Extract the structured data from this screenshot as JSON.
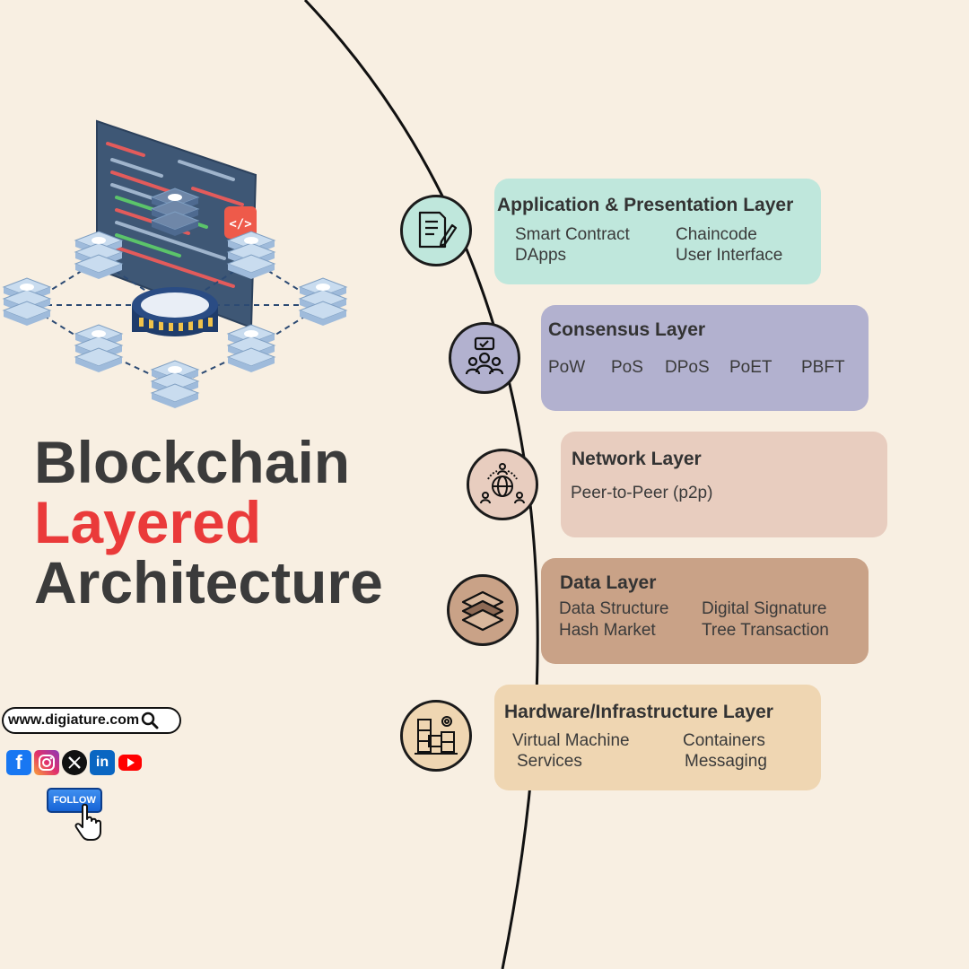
{
  "title": {
    "line1": "Blockchain",
    "line2": "Layered",
    "line3": "Architecture"
  },
  "layers": [
    {
      "title": "Application & Presentation Layer",
      "items": [
        "Smart Contract",
        "Chaincode",
        "DApps",
        "User Interface"
      ],
      "color": "#bfe7dc"
    },
    {
      "title": "Consensus Layer",
      "items": [
        "PoW",
        "PoS",
        "DPoS",
        "PoET",
        "PBFT"
      ],
      "color": "#b2b1cf"
    },
    {
      "title": "Network Layer",
      "items": [
        "Peer-to-Peer (p2p)"
      ],
      "color": "#e8cdbf"
    },
    {
      "title": "Data Layer",
      "items": [
        "Data Structure",
        "Digital Signature",
        "Hash Market",
        "Tree Transaction"
      ],
      "color": "#c9a287"
    },
    {
      "title": "Hardware/Infrastructure Layer",
      "items": [
        "Virtual Machine",
        "Containers",
        "Services",
        "Messaging"
      ],
      "color": "#efd6b2"
    }
  ],
  "icons": [
    "document-pen-icon",
    "team-consensus-icon",
    "network-globe-icon",
    "data-stack-icon",
    "server-gear-icon"
  ],
  "footer": {
    "website": "www.digiature.com",
    "follow_label": "FOLLOW",
    "social": [
      "facebook-icon",
      "instagram-icon",
      "x-icon",
      "linkedin-icon",
      "youtube-icon"
    ]
  },
  "colors": {
    "background": "#f8efe2",
    "title_dark": "#3b3b3b",
    "title_accent": "#ea3a3a",
    "icon_circle_fill": "#f3e3da"
  }
}
